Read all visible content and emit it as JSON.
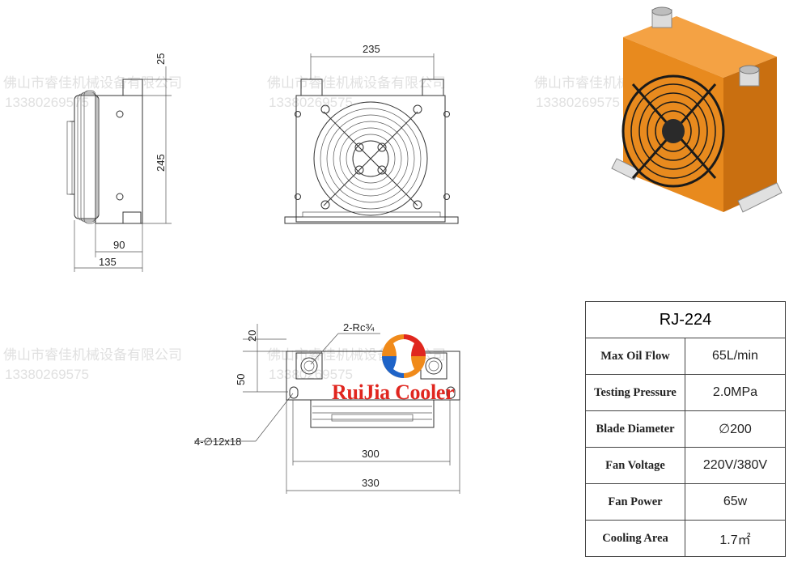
{
  "watermark": {
    "company": "佛山市睿佳机械设备有限公司",
    "phone": "13380269575"
  },
  "brand": {
    "name": "RuiJia Cooler",
    "logo_colors": {
      "red": "#e0261f",
      "blue": "#1f64c8",
      "orange": "#f08a1a"
    }
  },
  "side_view": {
    "dim_top": "25",
    "dim_height": "245",
    "dim_inner_width": "90",
    "dim_outer_width": "135"
  },
  "front_view": {
    "dim_width": "235"
  },
  "top_view": {
    "dim_depth_top": "20",
    "dim_depth": "50",
    "port_label": "2-Rc¾",
    "hole_label": "4-∅12x18",
    "dim_hole_span": "300",
    "dim_total": "330"
  },
  "photo": {
    "body_color": "#e88a1e",
    "fan_color": "#1a1a1a",
    "fitting_color": "#dcdcdc"
  },
  "spec_table": {
    "model": "RJ-224",
    "rows": [
      {
        "label": "Max Oil Flow",
        "value": "65L/min"
      },
      {
        "label": "Testing Pressure",
        "value": "2.0MPa"
      },
      {
        "label": "Blade Diameter",
        "value": "∅200"
      },
      {
        "label": "Fan Voltage",
        "value": "220V/380V"
      },
      {
        "label": "Fan Power",
        "value": "65w"
      },
      {
        "label": "Cooling Area",
        "value": "1.7㎡"
      }
    ]
  }
}
